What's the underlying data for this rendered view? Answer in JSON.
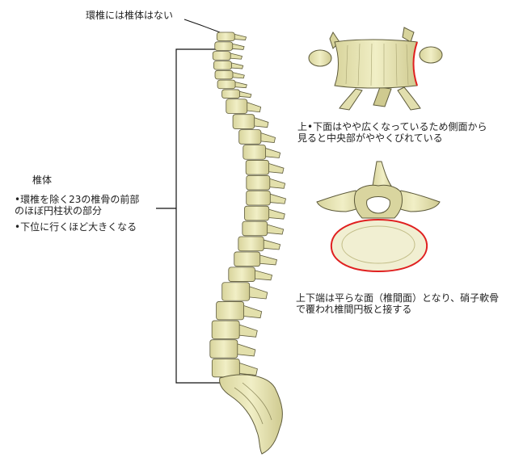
{
  "labels": {
    "atlas_note": "環椎には椎体はない",
    "body_title": "椎体",
    "body_point_1_line1": "•環椎を除く23の椎骨の前部",
    "body_point_1_line2": "のほぼ円柱状の部分",
    "body_point_2": "•下位に行くほど大きくなる",
    "lateral_note_line1": "上•下面はやや広くなっているため側面から",
    "lateral_note_line2": "見ると中央部がややくびれている",
    "top_note_line1": "上下端は平らな面（椎間面）となり、硝子軟骨",
    "top_note_line2": "で覆われ椎間円板と接する"
  },
  "colors": {
    "bone": "#ece9b8",
    "bone_shadow": "#c9c48a",
    "outline": "#5d5a3a",
    "highlight": "#e02020",
    "leader": "#111111"
  }
}
